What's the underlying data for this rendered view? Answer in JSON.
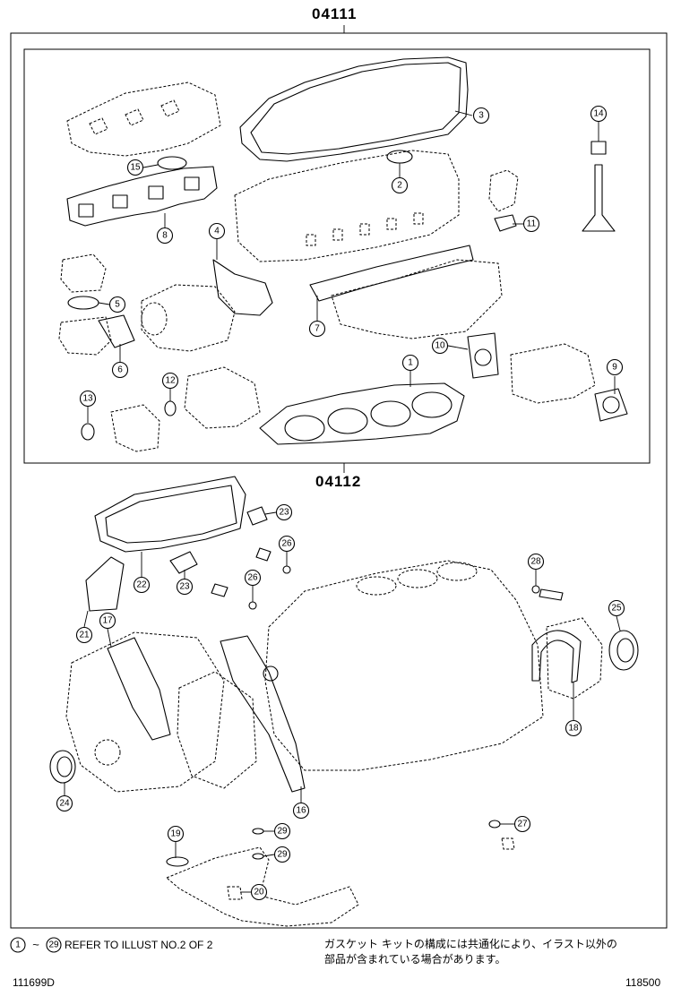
{
  "kits": [
    {
      "code": "04111"
    },
    {
      "code": "04112"
    }
  ],
  "footer": {
    "range_start": "1",
    "range_end": "29",
    "tilde": "~",
    "note": "REFER TO ILLUST NO.2 OF 2",
    "note_jp_line1": "ガスケット キットの構成には共通化により、イラスト以外の",
    "note_jp_line2": "部品が含まれている場合があります。",
    "illustration_id": "111699D",
    "page_code": "118500"
  },
  "callouts": [
    "1",
    "2",
    "3",
    "4",
    "5",
    "6",
    "7",
    "8",
    "9",
    "10",
    "11",
    "12",
    "13",
    "14",
    "15",
    "16",
    "17",
    "18",
    "19",
    "20",
    "21",
    "22",
    "23",
    "23",
    "24",
    "25",
    "26",
    "26",
    "27",
    "28",
    "29",
    "29"
  ]
}
